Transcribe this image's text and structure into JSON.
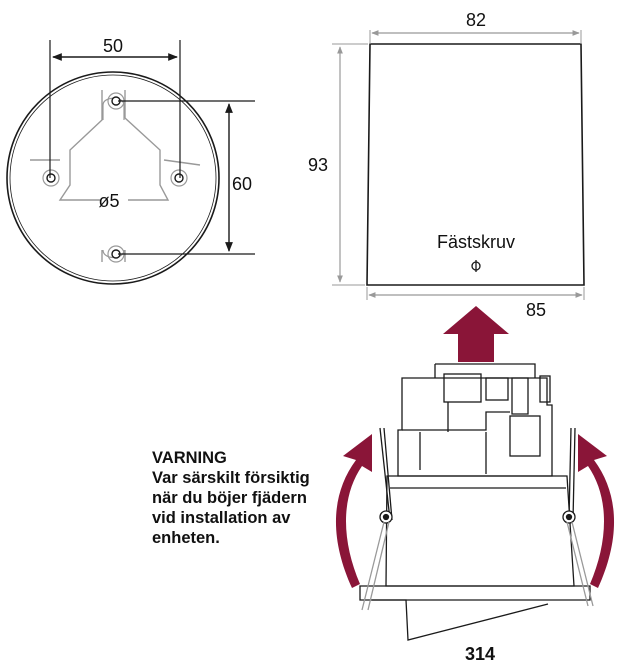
{
  "top_view": {
    "dim_width": "50",
    "dim_height": "60",
    "hole_label": "ø5"
  },
  "side_view": {
    "dim_top": "82",
    "dim_height": "93",
    "dim_bottom": "85",
    "screw_label": "Fästskruv"
  },
  "warning": {
    "title": "VARNING",
    "lines": [
      "Var särskilt försiktig",
      "när du böjer fjädern",
      "vid installation av",
      "enheten."
    ]
  },
  "part_number": "314",
  "colors": {
    "arrow": "#8a1538",
    "line": "#1a1a1a",
    "gray_line": "#999999"
  }
}
